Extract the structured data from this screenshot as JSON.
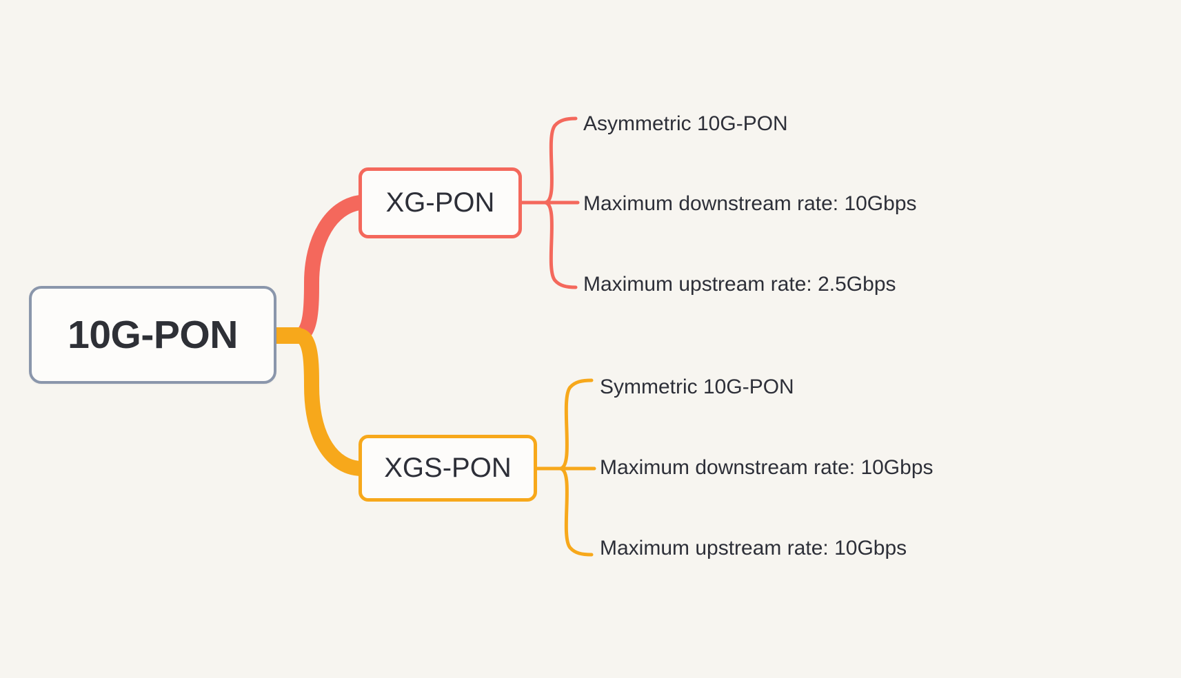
{
  "diagram": {
    "type": "mindmap",
    "background_color": "#f7f5f0",
    "root": {
      "label": "10G-PON",
      "border_color": "#8a96ab",
      "fill_color": "#fdfcfa",
      "text_color": "#2e3036"
    },
    "branches": [
      {
        "label": "XG-PON",
        "color": "#f4685c",
        "children": [
          {
            "label": "Asymmetric 10G-PON"
          },
          {
            "label": "Maximum downstream rate: 10Gbps"
          },
          {
            "label": "Maximum upstream rate: 2.5Gbps"
          }
        ]
      },
      {
        "label": "XGS-PON",
        "color": "#f7a81b",
        "children": [
          {
            "label": "Symmetric 10G-PON"
          },
          {
            "label": "Maximum downstream rate: 10Gbps"
          },
          {
            "label": "Maximum upstream rate: 10Gbps"
          }
        ]
      }
    ]
  }
}
